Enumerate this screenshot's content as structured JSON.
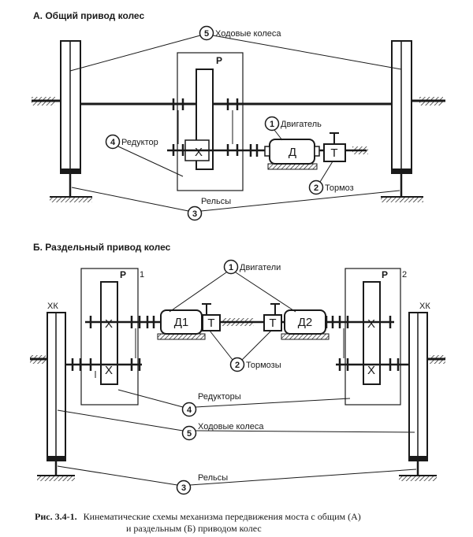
{
  "section_a": {
    "title": "А. Общий привод колес",
    "reducer_letter": "Р",
    "gear_mark": "Х",
    "motor_mark": "Д",
    "brake_mark": "Т",
    "label_wheels": "Ходовые колеса",
    "label_reducer": "Редуктор",
    "label_motor": "Двигатель",
    "label_brake": "Тормоз",
    "label_rails": "Рельсы",
    "callouts": {
      "motor": "1",
      "brake": "2",
      "rails": "3",
      "reducer": "4",
      "wheels": "5"
    }
  },
  "section_b": {
    "title": "Б. Раздельный привод колес",
    "reducer_letter": "Р",
    "reducer_left_index": "1",
    "reducer_right_index": "2",
    "wheel_mark": "ХК",
    "gear_mark": "Х",
    "motor_left": "Д1",
    "motor_right": "Д2",
    "brake_mark": "Т",
    "label_motors": "Двигатели",
    "label_brakes": "Тормозы",
    "label_reducers": "Редукторы",
    "label_wheels": "Ходовые колеса",
    "label_rails": "Рельсы",
    "callouts": {
      "motors": "1",
      "brakes": "2",
      "rails": "3",
      "reducers": "4",
      "wheels": "5"
    }
  },
  "caption": {
    "prefix": "Рис. 3.4-1.",
    "line1": "Кинематические схемы механизма передвижения моста с общим (А)",
    "line2": "и раздельным (Б) приводом колес"
  }
}
